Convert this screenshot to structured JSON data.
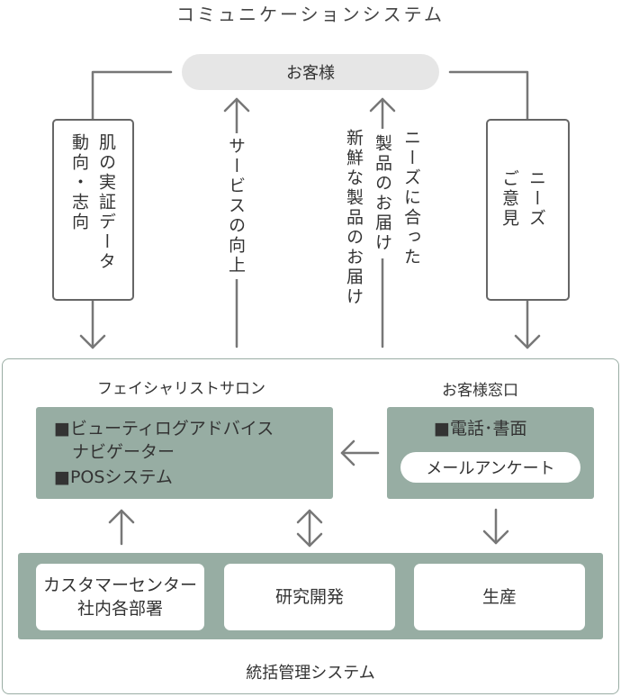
{
  "title": "コミュニケーションシステム",
  "customer": "お客様",
  "left_box": {
    "col1": "肌の実証データ",
    "col2": "動向・志向"
  },
  "service_up": "サービスの向上",
  "products": {
    "col1": "ニーズに合った",
    "col2": "製品のお届け",
    "col3": "新鮮な製品のお届け"
  },
  "right_box": {
    "col1": "ニーズ",
    "col2": "ご意見"
  },
  "salon": {
    "label": "フェイシャリストサロン",
    "item1_line1": "■ビューティログアドバイス",
    "item1_line2": "ナビゲーター",
    "item2": "■POSシステム"
  },
  "window": {
    "label": "お客様窓口",
    "item1": "■電話･書面",
    "item2": "メールアンケート"
  },
  "management": {
    "label": "統括管理システム",
    "box1_line1": "カスタマーセンター",
    "box1_line2": "社内各部署",
    "box2": "研究開発",
    "box3": "生産"
  },
  "colors": {
    "green": "#97ada3",
    "pill": "#e6e6e6",
    "line": "#777777"
  }
}
